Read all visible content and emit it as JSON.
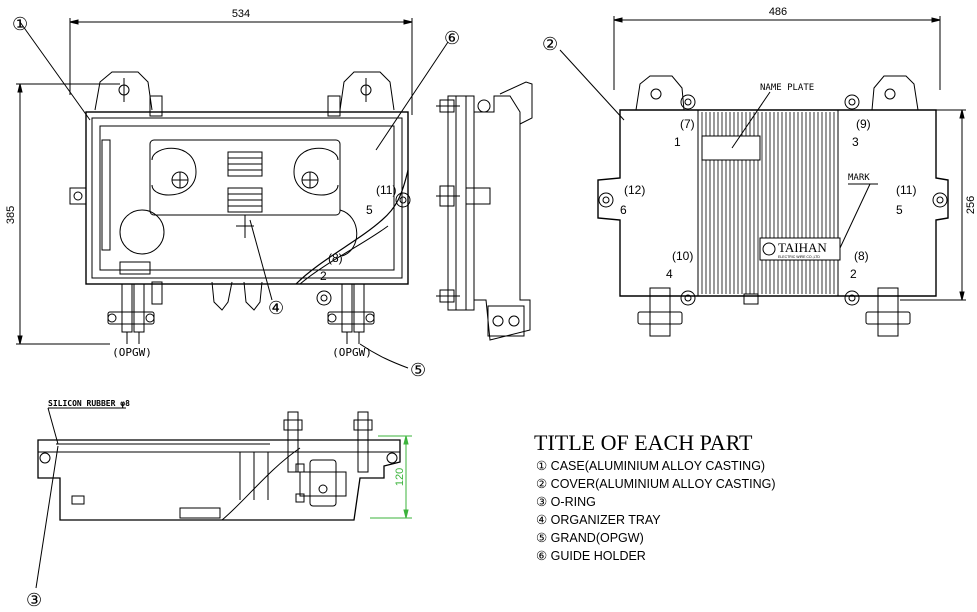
{
  "dimensions": {
    "case_width": "534",
    "case_height": "385",
    "cover_width": "486",
    "cover_height": "256",
    "side_height": "120"
  },
  "markers": {
    "m1": "①",
    "m2": "②",
    "m3": "③",
    "m4": "④",
    "m5": "⑤",
    "m6": "⑥"
  },
  "labels": {
    "opgw_left": "(OPGW)",
    "opgw_right": "(OPGW)",
    "name_plate": "NAME PLATE",
    "mark": "MARK",
    "silicon_rubber": "SILICON RUBBER φ8",
    "brand": "TAIHAN",
    "brand_sub": "ELECTRIC WIRE CO.,LTD"
  },
  "case_bolts": {
    "b11": "(11)",
    "b5": "5",
    "b8": "(8)",
    "b2": "2"
  },
  "cover_bolts": {
    "b7": "(7)",
    "b1": "1",
    "b9": "(9)",
    "b3": "3",
    "b12": "(12)",
    "b6": "6",
    "b11": "(11)",
    "b5": "5",
    "b10": "(10)",
    "b4": "4",
    "b8": "(8)",
    "b2": "2"
  },
  "parts": {
    "title": "TITLE OF EACH PART",
    "items": [
      "① CASE(ALUMINIUM ALLOY CASTING)",
      "② COVER(ALUMINIUM ALLOY CASTING)",
      "③ O-RING",
      "④ ORGANIZER TRAY",
      "⑤ GRAND(OPGW)",
      "⑥ GUIDE HOLDER"
    ]
  },
  "colors": {
    "line": "#000000",
    "dimension": "#3bb33b"
  }
}
